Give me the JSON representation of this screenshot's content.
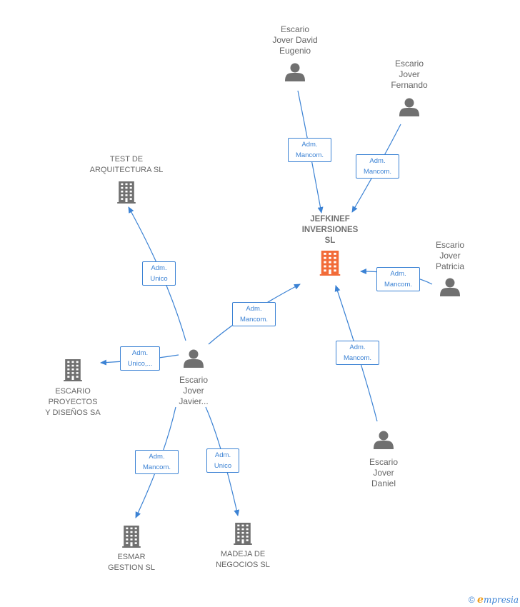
{
  "nodes": [
    {
      "id": "jefkinef",
      "kind": "company",
      "main": true,
      "lines": [
        "JEFKINEF",
        "INVERSIONES",
        "SL"
      ]
    },
    {
      "id": "david",
      "kind": "person",
      "lines": [
        "Escario",
        "Jover David",
        "Eugenio"
      ]
    },
    {
      "id": "fernando",
      "kind": "person",
      "lines": [
        "Escario",
        "Jover",
        "Fernando"
      ]
    },
    {
      "id": "patricia",
      "kind": "person",
      "lines": [
        "Escario",
        "Jover",
        "Patricia"
      ]
    },
    {
      "id": "daniel",
      "kind": "person",
      "lines": [
        "Escario",
        "Jover",
        "Daniel"
      ]
    },
    {
      "id": "javier",
      "kind": "person",
      "lines": [
        "Escario",
        "Jover",
        "Javier..."
      ]
    },
    {
      "id": "test",
      "kind": "company",
      "lines": [
        "TEST DE",
        "ARQUITECTURA SL"
      ]
    },
    {
      "id": "proyectos",
      "kind": "company",
      "lines": [
        "ESCARIO",
        "PROYECTOS",
        "Y DISEÑOS SA"
      ]
    },
    {
      "id": "esmar",
      "kind": "company",
      "lines": [
        "ESMAR",
        "GESTION  SL"
      ]
    },
    {
      "id": "madeja",
      "kind": "company",
      "lines": [
        "MADEJA DE",
        "NEGOCIOS  SL"
      ]
    }
  ],
  "edges": [
    {
      "from": "david",
      "to": "jefkinef",
      "label": [
        "Adm.",
        "Mancom."
      ]
    },
    {
      "from": "fernando",
      "to": "jefkinef",
      "label": [
        "Adm.",
        "Mancom."
      ]
    },
    {
      "from": "patricia",
      "to": "jefkinef",
      "label": [
        "Adm.",
        "Mancom."
      ]
    },
    {
      "from": "daniel",
      "to": "jefkinef",
      "label": [
        "Adm.",
        "Mancom."
      ]
    },
    {
      "from": "javier",
      "to": "jefkinef",
      "label": [
        "Adm.",
        "Mancom."
      ]
    },
    {
      "from": "javier",
      "to": "test",
      "label": [
        "Adm.",
        "Unico"
      ]
    },
    {
      "from": "javier",
      "to": "proyectos",
      "label": [
        "Adm.",
        "Unico,..."
      ]
    },
    {
      "from": "javier",
      "to": "esmar",
      "label": [
        "Adm.",
        "Mancom."
      ]
    },
    {
      "from": "javier",
      "to": "madeja",
      "label": [
        "Adm.",
        "Unico"
      ]
    }
  ],
  "colors": {
    "edge": "#3b82d4",
    "icon": "#707070",
    "main_icon": "#f26b38",
    "text": "#666666"
  },
  "footer": {
    "copyright_symbol": "©",
    "brand_initial": "e",
    "brand_rest": "mpresia"
  }
}
